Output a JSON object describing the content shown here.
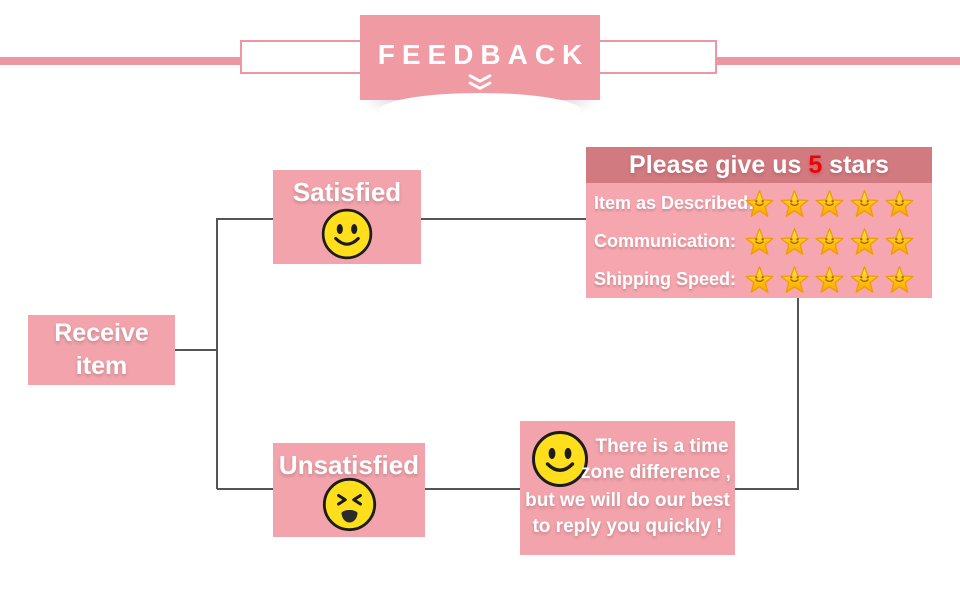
{
  "title_banner": {
    "text": "FEEDBACK"
  },
  "flow": {
    "receive_label": "Receive item",
    "satisfied_label": "Satisfied",
    "unsatisfied_label": "Unsatisfied"
  },
  "ratings_panel": {
    "title_prefix": "Please give us ",
    "title_highlight": "5",
    "title_suffix": " stars",
    "rows": [
      {
        "label": "Item as Described:",
        "stars": 5
      },
      {
        "label": "Communication:",
        "stars": 5
      },
      {
        "label": "Shipping Speed:",
        "stars": 5
      }
    ]
  },
  "reply_note": {
    "line1": "There is a time",
    "line2": "zone difference ,",
    "line3": "but we will do our best",
    "line4": "to reply you quickly !"
  },
  "colors": {
    "banner_pink": "#f09aa3",
    "ribbon_pink": "#ec97a1",
    "box_pink": "#f2a3ab",
    "panel_body_pink": "#f6a6ae",
    "panel_header_rose": "#d17a80",
    "highlight_red": "#f40000",
    "star_gold": "#ffc81a",
    "connector_gray": "#555555"
  }
}
